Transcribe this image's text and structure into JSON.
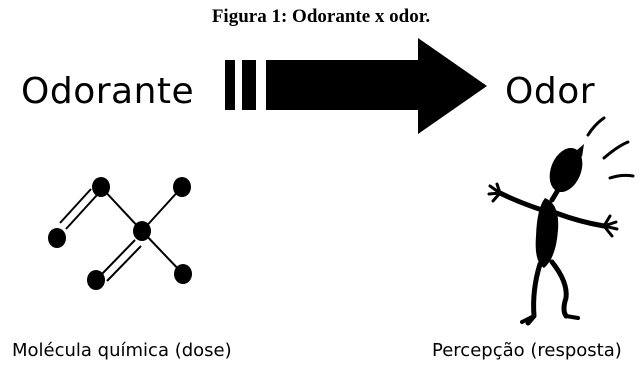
{
  "figure": {
    "title": "Figura 1: Odorante x odor."
  },
  "labels": {
    "left": "Odorante",
    "right": "Odor"
  },
  "captions": {
    "left": "Molécula química (dose)",
    "right": "Percepção (resposta)"
  },
  "icons": {
    "arrow": "arrow-right-icon",
    "molecule": "molecule-icon",
    "person": "stick-figure-icon"
  },
  "colors": {
    "ink": "#000000",
    "background": "#ffffff"
  }
}
